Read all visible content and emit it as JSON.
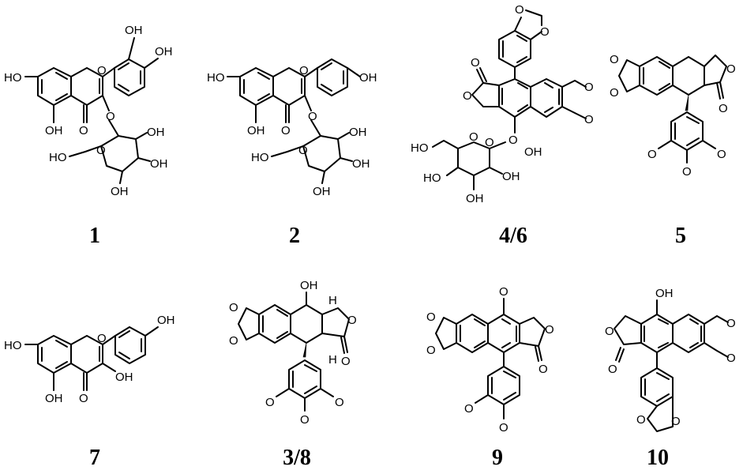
{
  "compounds": [
    {
      "label": "1",
      "groups": [
        "OH",
        "OH",
        "HO",
        "OH",
        "O",
        "O",
        "O",
        "O",
        "HO",
        "OH",
        "OH",
        "OH"
      ]
    },
    {
      "label": "2",
      "groups": [
        "OH",
        "HO",
        "OH",
        "O",
        "O",
        "O",
        "O",
        "HO",
        "OH",
        "OH",
        "OH"
      ]
    },
    {
      "label": "4/6",
      "groups": [
        "O",
        "O",
        "O",
        "O",
        "O",
        "O",
        "O",
        "O",
        "HO",
        "O",
        "HO",
        "OH",
        "OH",
        "OH"
      ]
    },
    {
      "label": "5",
      "groups": [
        "O",
        "O",
        "O",
        "O",
        "O",
        "O",
        "O"
      ]
    },
    {
      "label": "7",
      "groups": [
        "OH",
        "HO",
        "O",
        "OH",
        "OH",
        "O"
      ]
    },
    {
      "label": "3/8",
      "groups": [
        "OH",
        "H",
        "H",
        "O",
        "O",
        "O",
        "O",
        "O",
        "O",
        "O"
      ]
    },
    {
      "label": "9",
      "groups": [
        "O",
        "O",
        "O",
        "O",
        "O",
        "O",
        "O"
      ]
    },
    {
      "label": "10",
      "groups": [
        "OH",
        "O",
        "O",
        "O",
        "O",
        "O",
        "O"
      ]
    }
  ]
}
